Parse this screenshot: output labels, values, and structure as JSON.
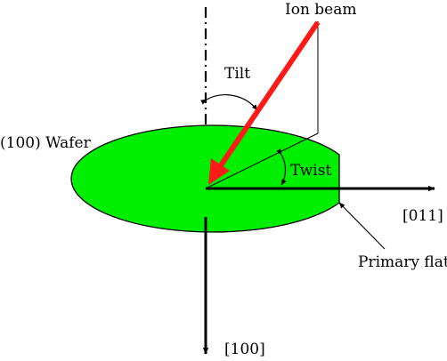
{
  "labels": {
    "ion_beam": "Ion beam",
    "tilt": "Tilt",
    "wafer": "(100) Wafer",
    "twist": "Twist",
    "direction_011": "[011]",
    "primary_flat": "Primary flat",
    "direction_100": "[100]"
  },
  "colors": {
    "wafer_fill": "#00ee00",
    "ion_beam": "#ff1a1a",
    "lines": "#000000",
    "background": "#ffffff"
  }
}
